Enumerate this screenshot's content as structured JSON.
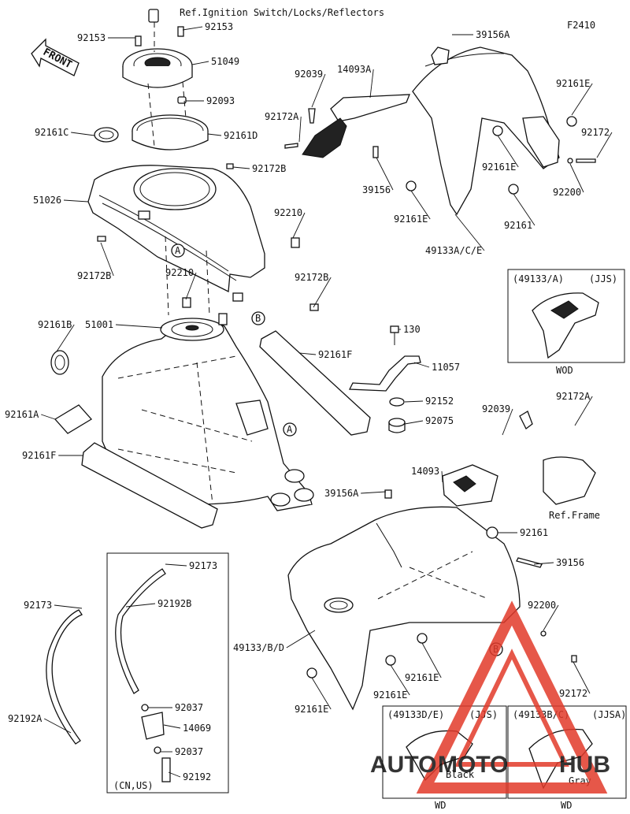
{
  "figure_code": "F2410",
  "front_label": "FRONT",
  "ref_labels": {
    "ignition": "Ref.Ignition Switch/Locks/Reflectors",
    "frame": "Ref.Frame"
  },
  "circle_markers": [
    "A",
    "B",
    "A",
    "B"
  ],
  "callouts": [
    {
      "id": "c1",
      "text": "92153"
    },
    {
      "id": "c2",
      "text": "92153"
    },
    {
      "id": "c3",
      "text": "51049"
    },
    {
      "id": "c4",
      "text": "92093"
    },
    {
      "id": "c5",
      "text": "92161C"
    },
    {
      "id": "c6",
      "text": "92161D"
    },
    {
      "id": "c7",
      "text": "92172B"
    },
    {
      "id": "c8",
      "text": "51026"
    },
    {
      "id": "c9",
      "text": "92210"
    },
    {
      "id": "c10",
      "text": "92172B"
    },
    {
      "id": "c11",
      "text": "92210"
    },
    {
      "id": "c12",
      "text": "92172B"
    },
    {
      "id": "c13",
      "text": "92161B"
    },
    {
      "id": "c14",
      "text": "51001"
    },
    {
      "id": "c15",
      "text": "92161F"
    },
    {
      "id": "c16",
      "text": "92161A"
    },
    {
      "id": "c17",
      "text": "92161F"
    },
    {
      "id": "c18",
      "text": "92039"
    },
    {
      "id": "c19",
      "text": "14093A"
    },
    {
      "id": "c20",
      "text": "39156A"
    },
    {
      "id": "c21",
      "text": "92172A"
    },
    {
      "id": "c22",
      "text": "92161E"
    },
    {
      "id": "c23",
      "text": "92172"
    },
    {
      "id": "c24",
      "text": "39156"
    },
    {
      "id": "c25",
      "text": "92161E"
    },
    {
      "id": "c26",
      "text": "92200"
    },
    {
      "id": "c27",
      "text": "92161E"
    },
    {
      "id": "c28",
      "text": "92161"
    },
    {
      "id": "c29",
      "text": "49133A/C/E"
    },
    {
      "id": "c30",
      "text": "130"
    },
    {
      "id": "c31",
      "text": "11057"
    },
    {
      "id": "c32",
      "text": "92152"
    },
    {
      "id": "c33",
      "text": "92075"
    },
    {
      "id": "c34",
      "text": "92039"
    },
    {
      "id": "c35",
      "text": "92172A"
    },
    {
      "id": "c36",
      "text": "14093"
    },
    {
      "id": "c37",
      "text": "39156A"
    },
    {
      "id": "c38",
      "text": "92161"
    },
    {
      "id": "c39",
      "text": "39156"
    },
    {
      "id": "c40",
      "text": "92173"
    },
    {
      "id": "c41",
      "text": "92192B"
    },
    {
      "id": "c42",
      "text": "92173"
    },
    {
      "id": "c43",
      "text": "92200"
    },
    {
      "id": "c44",
      "text": "49133/B/D"
    },
    {
      "id": "c45",
      "text": "92161E"
    },
    {
      "id": "c46",
      "text": "92161E"
    },
    {
      "id": "c47",
      "text": "92172"
    },
    {
      "id": "c48",
      "text": "92161E"
    },
    {
      "id": "c49",
      "text": "92037"
    },
    {
      "id": "c50",
      "text": "14069"
    },
    {
      "id": "c51",
      "text": "92037"
    },
    {
      "id": "c52",
      "text": "92192"
    },
    {
      "id": "c53",
      "text": "92192A"
    }
  ],
  "canister_note": "(CN,US)",
  "insets": {
    "wod": {
      "header_left": "(49133/A)",
      "header_right": "(JJS)",
      "caption": "WOD"
    },
    "black": {
      "header_left": "(49133D/E)",
      "header_right": "(JJS)",
      "color": "Black",
      "caption": "WD"
    },
    "gray": {
      "header_left": "(49133B/C)",
      "header_right": "(JJSA)",
      "color": "Gray",
      "caption": "WD"
    }
  },
  "watermark": {
    "part1": "AUTO",
    "part2": "MOTO",
    "part3": "HUB",
    "color_primary": "#f2a41c",
    "color_secondary": "#e23a2a"
  }
}
